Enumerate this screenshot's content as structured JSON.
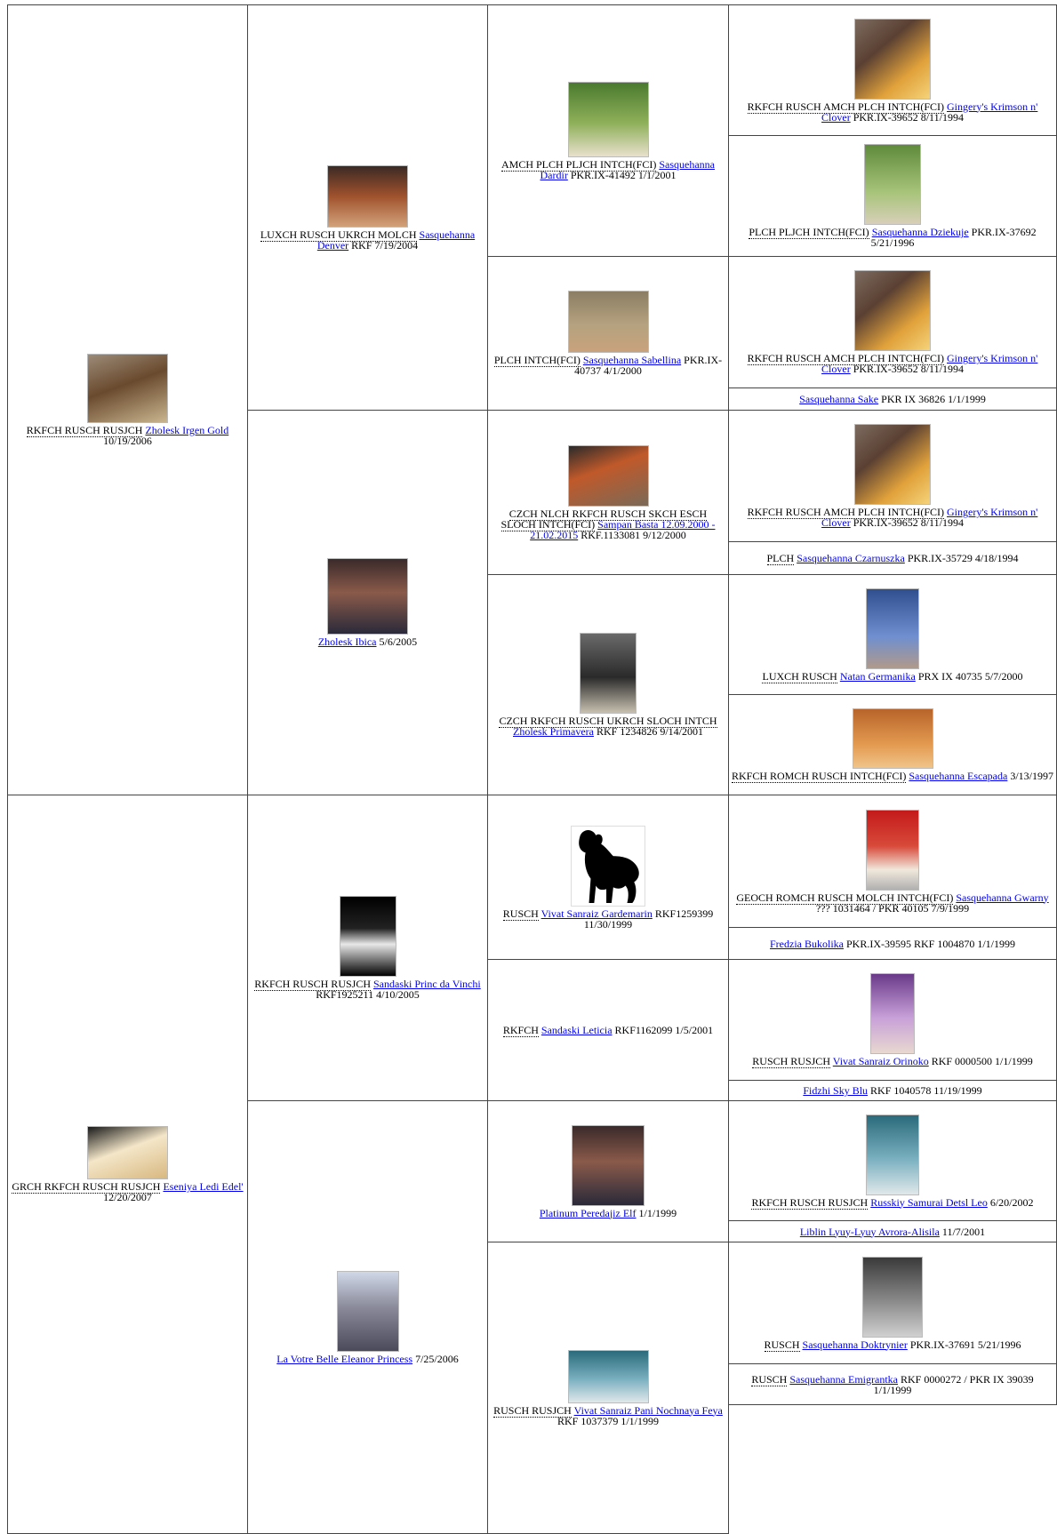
{
  "dogs": [
    {
      "titles": "RKFCH RUSCH RUSJCH",
      "name": "Zholesk Irgen Gold",
      "info": "10/19/2006"
    },
    {
      "titles": "LUXCH RUSCH UKRCH MOLCH",
      "name": "Sasquehanna Denver",
      "info": "RKF 7/19/2004"
    },
    {
      "titles": "AMCH PLCH PLJCH INTCH(FCI)",
      "name": "Sasquehanna Dardir",
      "info": "PKR.IX-41492 1/1/2001"
    },
    {
      "titles": "RKFCH RUSCH AMCH PLCH INTCH(FCI)",
      "name": "Gingery's Krimson n' Clover",
      "info": "PKR.IX-39652 8/11/1994"
    },
    {
      "titles": "PLCH PLJCH INTCH(FCI)",
      "name": "Sasquehanna Dziekuje",
      "info": "PKR.IX-37692 5/21/1996"
    },
    {
      "titles": "PLCH INTCH(FCI)",
      "name": "Sasquehanna Sabellina",
      "info": "PKR.IX-40737 4/1/2000"
    },
    {
      "titles": "RKFCH RUSCH AMCH PLCH INTCH(FCI)",
      "name": "Gingery's Krimson n' Clover",
      "info": "PKR.IX-39652 8/11/1994"
    },
    {
      "titles": "",
      "name": "Sasquehanna Sake",
      "info": "PKR IX 36826 1/1/1999"
    },
    {
      "titles": "",
      "name": "Zholesk Ibica",
      "info": "5/6/2005"
    },
    {
      "titles": "CZCH NLCH RKFCH RUSCH SKCH ESCH SLOCH INTCH(FCI)",
      "name": "Sampan Basta 12.09.2000 - 21.02.2015",
      "info": "RKF.1133081 9/12/2000"
    },
    {
      "titles": "RKFCH RUSCH AMCH PLCH INTCH(FCI)",
      "name": "Gingery's Krimson n' Clover",
      "info": "PKR.IX-39652 8/11/1994"
    },
    {
      "titles": "PLCH",
      "name": "Sasquehanna Czarnuszka",
      "info": "PKR.IX-35729 4/18/1994"
    },
    {
      "titles": "CZCH RKFCH RUSCH UKRCH SLOCH INTCH",
      "name": "Zholesk Primavera",
      "info": "RKF 1234826 9/14/2001"
    },
    {
      "titles": "LUXCH RUSCH",
      "name": "Natan Germanika",
      "info": "PRX IX 40735 5/7/2000"
    },
    {
      "titles": "RKFCH ROMCH RUSCH INTCH(FCI)",
      "name": "Sasquehanna Escapada",
      "info": "3/13/1997"
    },
    {
      "titles": "GRCH RKFCH RUSCH RUSJCH",
      "name": "Eseniya Ledi Edel'",
      "info": "12/20/2007"
    },
    {
      "titles": "RKFCH RUSCH RUSJCH",
      "name": "Sandaski Princ da Vinchi",
      "info": "RKF1925211 4/10/2005"
    },
    {
      "titles": "RUSCH",
      "name": "Vivat Sanraiz Gardemarin",
      "info": "RKF1259399 11/30/1999"
    },
    {
      "titles": "GEOCH ROMCH RUSCH MOLCH INTCH(FCI)",
      "name": "Sasquehanna Gwarny",
      "info": "??? 1031464 / PKR 40105 7/9/1999"
    },
    {
      "titles": "",
      "name": "Fredzia Bukolika",
      "info": "PKR.IX-39595 RKF 1004870 1/1/1999"
    },
    {
      "titles": "RKFCH",
      "name": "Sandaski Leticia",
      "info": "RKF1162099 1/5/2001"
    },
    {
      "titles": "RUSCH RUSJCH",
      "name": "Vivat Sanraiz Orinoko",
      "info": "RKF 0000500 1/1/1999"
    },
    {
      "titles": "",
      "name": "Fidzhi Sky Blu",
      "info": "RKF 1040578 11/19/1999"
    },
    {
      "titles": "",
      "name": "La Votre Belle Eleanor Princess",
      "info": "7/25/2006"
    },
    {
      "titles": "",
      "name": "Platinum Peredajiz Elf",
      "info": "1/1/1999"
    },
    {
      "titles": "RKFCH RUSCH RUSJCH",
      "name": "Russkiy Samurai Detsl Leo",
      "info": "6/20/2002"
    },
    {
      "titles": "",
      "name": "Liblin Lyuy-Lyuy Avrora-Alisila",
      "info": "11/7/2001"
    },
    {
      "titles": "RUSCH RUSJCH",
      "name": "Vivat Sanraiz Pani Nochnaya Feya",
      "info": "RKF 1037379 1/1/1999"
    },
    {
      "titles": "RUSCH",
      "name": "Sasquehanna Doktrynier",
      "info": "PKR.IX-37691 5/21/1996"
    },
    {
      "titles": "RUSCH",
      "name": "Sasquehanna Emigrantka",
      "info": "RKF 0000272 / PKR IX 39039 1/1/1999"
    }
  ]
}
